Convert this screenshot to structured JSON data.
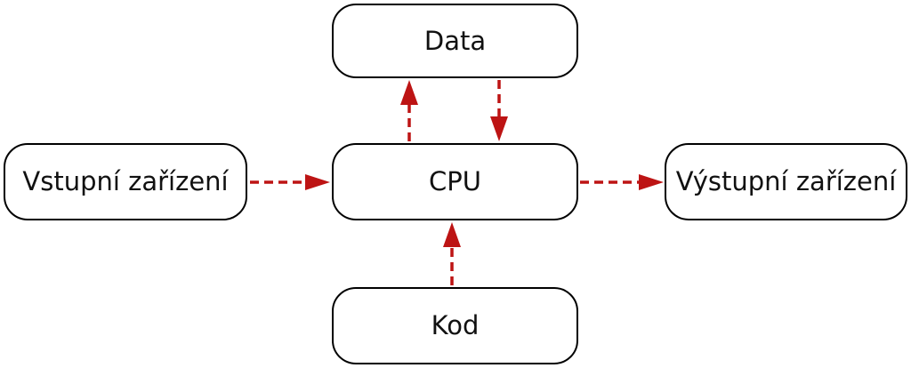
{
  "diagram": {
    "nodes": {
      "data": {
        "label": "Data"
      },
      "cpu": {
        "label": "CPU"
      },
      "kod": {
        "label": "Kod"
      },
      "input": {
        "label": "Vstupní zařízení"
      },
      "output": {
        "label": "Výstupní zařízení"
      }
    },
    "edges": [
      {
        "from": "input",
        "to": "cpu",
        "style": "dashed",
        "direction": "right"
      },
      {
        "from": "cpu",
        "to": "output",
        "style": "dashed",
        "direction": "right"
      },
      {
        "from": "cpu",
        "to": "data",
        "style": "dashed",
        "direction": "up"
      },
      {
        "from": "data",
        "to": "cpu",
        "style": "dashed",
        "direction": "down"
      },
      {
        "from": "kod",
        "to": "cpu",
        "style": "dashed",
        "direction": "up"
      }
    ],
    "colors": {
      "arrow": "#bd1414",
      "node_border": "#000000",
      "node_fill": "#ffffff",
      "text": "#111111",
      "background": "#ffffff"
    }
  }
}
